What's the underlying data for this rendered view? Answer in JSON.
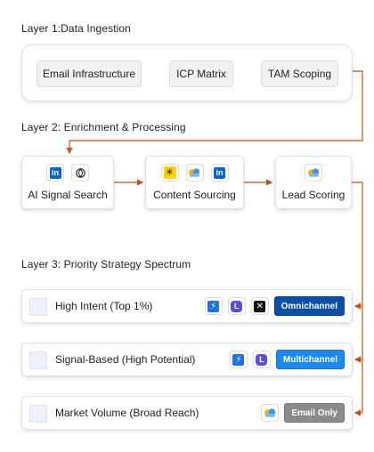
{
  "layer1": {
    "title": "Layer 1:Data Ingestion",
    "chips": [
      "Email Infrastructure",
      "ICP Matrix",
      "TAM Scoping"
    ]
  },
  "layer2": {
    "title": "Layer 2: Enrichment & Processing",
    "nodes": [
      {
        "label": "AI Signal Search",
        "icons": [
          "linkedin-icon",
          "openai-icon"
        ]
      },
      {
        "label": "Content Sourcing",
        "icons": [
          "apollo-icon",
          "clay-icon",
          "linkedin-icon"
        ]
      },
      {
        "label": "Lead Scoring",
        "icons": [
          "clay-icon"
        ]
      }
    ]
  },
  "layer3": {
    "title": "Layer 3: Priority Strategy Spectrum",
    "rows": [
      {
        "label": "High Intent (Top 1%)",
        "badge": "Omnichannel",
        "badge_color": "#0a4ea8",
        "icons": [
          "instantly-icon",
          "lemlist-icon",
          "x-icon"
        ]
      },
      {
        "label": "Signal-Based (High Potential)",
        "badge": "Multichannel",
        "badge_color": "#1e88f0",
        "icons": [
          "instantly-icon",
          "lemlist-icon"
        ]
      },
      {
        "label": "Market Volume (Broad Reach)",
        "badge": "Email Only",
        "badge_color": "#8a8a8a",
        "icons": [
          "clay-icon"
        ]
      }
    ]
  },
  "colors": {
    "connector": "#c4501c"
  }
}
